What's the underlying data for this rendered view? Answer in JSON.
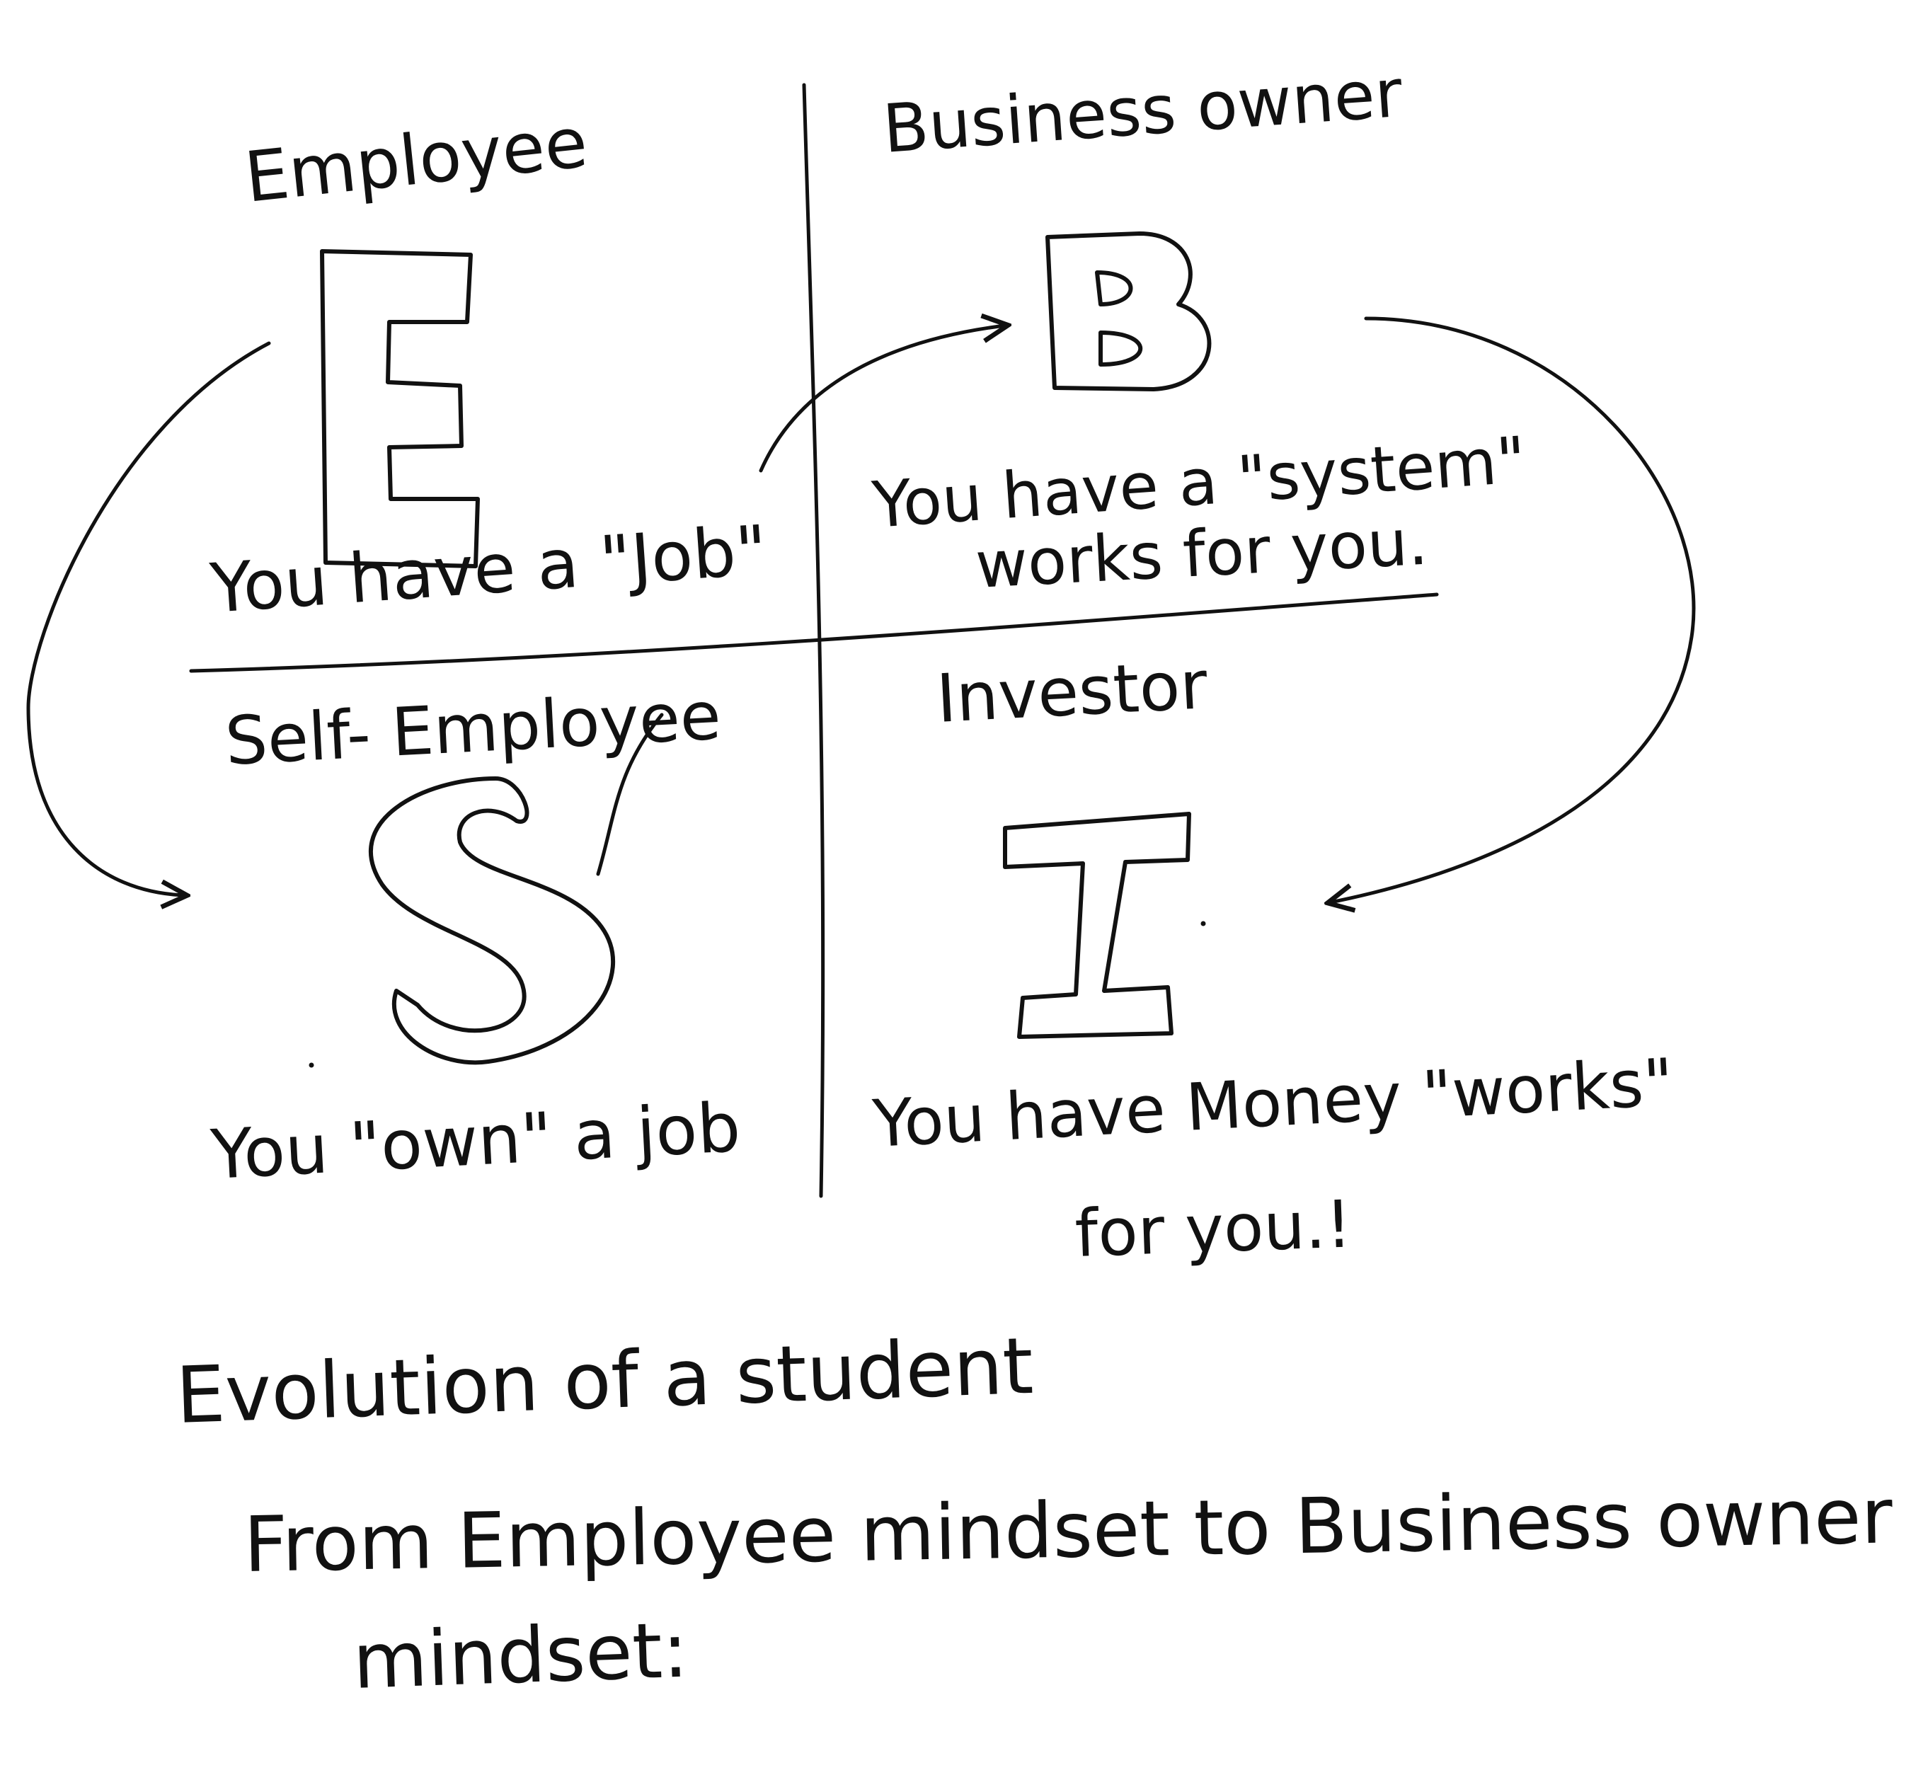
{
  "quadrants": {
    "employee": {
      "title": "Employee",
      "letter": "E",
      "caption": "You have a \"Job\""
    },
    "business_owner": {
      "title": "Business owner",
      "letter": "B",
      "caption_line1": "You have a \"system\"",
      "caption_line2": "works for you."
    },
    "self_employee": {
      "title": "Self- Employee",
      "letter": "S",
      "caption": "You \"own\" a job"
    },
    "investor": {
      "title": "Investor",
      "letter": "I",
      "caption_line1": "You have Money \"works\"",
      "caption_line2": "for you.!"
    }
  },
  "footer": {
    "heading": "Evolution of a student",
    "line1": "From Employee mindset to Business owner",
    "line2": "mindset:"
  },
  "colors": {
    "ink": "#111111",
    "paper": "#ffffff"
  }
}
